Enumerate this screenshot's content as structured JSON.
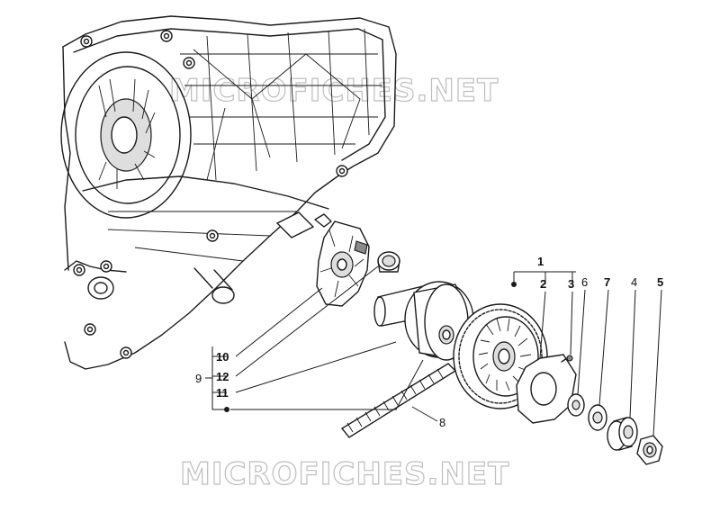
{
  "watermarks": [
    "MICROFICHES.NET",
    "MICROFICHES.NET"
  ],
  "callouts": {
    "c1": "1",
    "c2": "2",
    "c3": "3",
    "c4": "4",
    "c5": "5",
    "c6": "6",
    "c7": "7",
    "c8": "8",
    "c9": "9",
    "c10": "10",
    "c11": "11",
    "c12": "12"
  },
  "colors": {
    "ink": "#1a1a1a",
    "watermark": "#bdbdbd",
    "background": "#ffffff"
  }
}
